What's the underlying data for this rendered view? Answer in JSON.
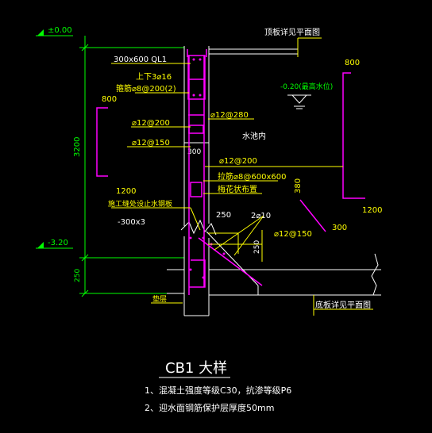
{
  "colors": {
    "background": "#000000",
    "green": "#00ff00",
    "yellow": "#ffff00",
    "white": "#ffffff",
    "magenta": "#ff00ff",
    "cyan": "#00ffff"
  },
  "labels": {
    "elev_top": "±0.00",
    "elev_bottom": "-3.20",
    "dim_3200": "3200",
    "dim_250_left": "250",
    "top_slab_note": "顶板详见平面图",
    "beam": "300x600   QL1",
    "beam_top_bars": "上下3⌀16",
    "beam_stirrups": "箍筋⌀8@200(2)",
    "water_level": "-0.20(最高水位)",
    "dim_800_right": "800",
    "dim_800_left": "800",
    "bar_200a": "⌀12@200",
    "bar_280": "⌀12@280",
    "bar_150a": "⌀12@150",
    "pool_inside": "水池内",
    "dim_300": "300",
    "bar_200b": "⌀12@200",
    "tie_bar": "拉筋⌀8@600x600",
    "plum_arrangement": "梅花状布置",
    "dim_380": "380",
    "dim_1200_left": "1200",
    "dim_1200_right": "1200",
    "waterstop": "施工缝处设止水钢板",
    "waterstop_size": "-300x3",
    "dim_250_mid": "250",
    "bars_2_10": "2⌀10",
    "bar_150b": "⌀12@150",
    "dim_250_vert": "250",
    "dim_300_slope": "300",
    "cushion": "垫层",
    "bottom_slab_note": "底板详见平面图",
    "title": "CB1 大样",
    "note_1": "1、混凝土强度等级C30，抗渗等级P6",
    "note_2": "2、迎水面钢筋保护层厚度50mm"
  }
}
